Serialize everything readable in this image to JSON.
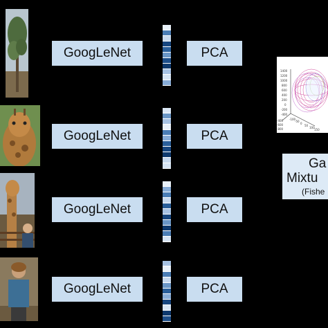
{
  "rows": [
    {
      "extractor": "GoogLeNet",
      "reducer": "PCA"
    },
    {
      "extractor": "GoogLeNet",
      "reducer": "PCA"
    },
    {
      "extractor": "GoogLeNet",
      "reducer": "PCA"
    },
    {
      "extractor": "GoogLeNet",
      "reducer": "PCA"
    }
  ],
  "gmm": {
    "line1": "Ga",
    "line2": "Mixtu",
    "line3": "(Fishe"
  },
  "plot_ticks": {
    "y": [
      "1400",
      "1200",
      "1000",
      "800",
      "600",
      "400",
      "200",
      "0",
      "-200",
      "-400"
    ],
    "x": [
      "-100",
      "-50",
      "0",
      "50",
      "100",
      "150"
    ],
    "z": [
      "-400",
      "-600",
      "-800"
    ]
  }
}
